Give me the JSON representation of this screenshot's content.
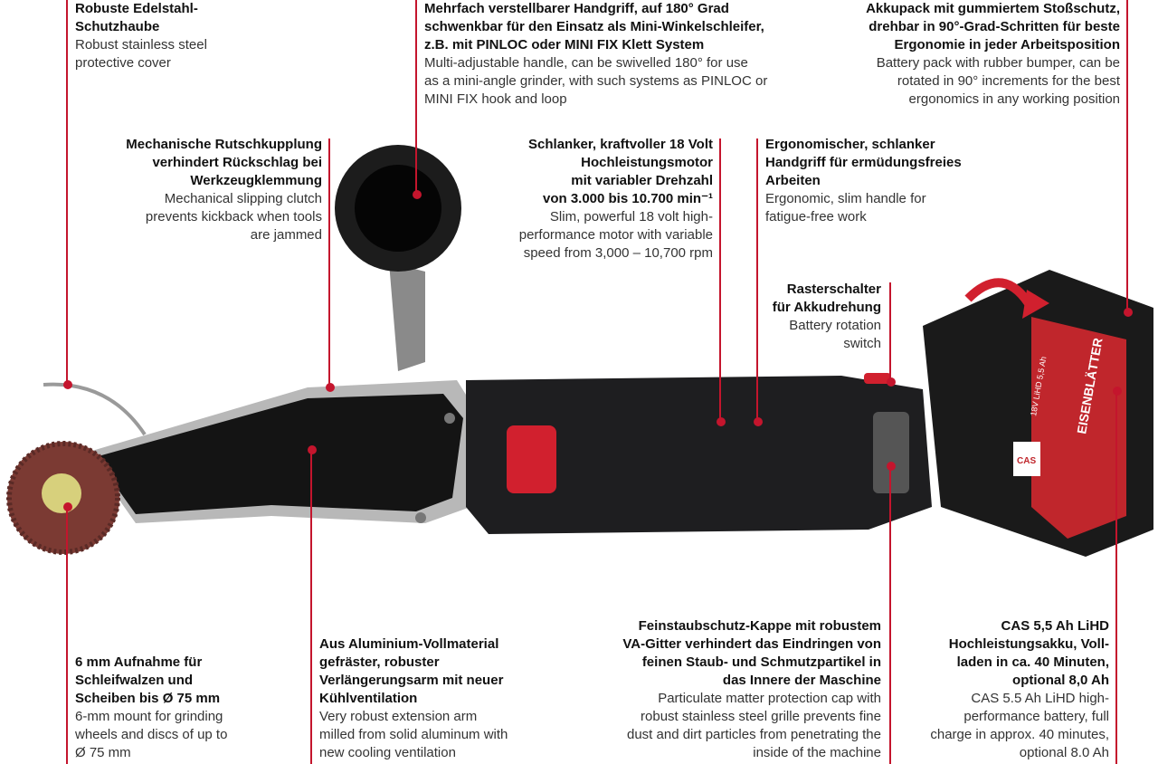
{
  "annotations": {
    "cover": {
      "de": "Robuste Edelstahl-\nSchutzhaube",
      "en": "Robust stainless steel\nprotective cover"
    },
    "handle": {
      "de": "Mehrfach verstellbarer Handgriff, auf 180° Grad\nschwenkbar für den Einsatz als Mini-Winkelschleifer,\nz.B. mit PINLOC oder MINI FIX Klett System",
      "en": "Multi-adjustable handle, can be swivelled 180° for use\nas a mini-angle grinder, with such systems as PINLOC or\nMINI FIX hook and loop"
    },
    "battery_bumper": {
      "de": "Akkupack mit gummiertem Stoßschutz,\ndrehbar in 90°-Grad-Schritten für beste\nErgonomie in jeder Arbeitsposition",
      "en": "Battery pack with rubber bumper, can be\nrotated in 90° increments for the best\nergonomics in any working position"
    },
    "clutch": {
      "de": "Mechanische Rutschkupplung\nverhindert Rückschlag bei\nWerkzeugklemmung",
      "en": "Mechanical slipping clutch\nprevents kickback when tools\nare jammed"
    },
    "motor": {
      "de": "Schlanker, kraftvoller 18 Volt\nHochleistungsmotor\nmit variabler Drehzahl\nvon 3.000 bis 10.700 min⁻¹",
      "en": "Slim, powerful 18 volt high-\nperformance motor with variable\nspeed from 3,000 – 10,700 rpm"
    },
    "grip": {
      "de": "Ergonomischer, schlanker\nHandgriff für ermüdungsfreies\nArbeiten",
      "en": "Ergonomic, slim handle for\nfatigue-free work"
    },
    "switch": {
      "de": "Rasterschalter\nfür Akkudrehung",
      "en": "Battery rotation\nswitch"
    },
    "mount": {
      "de": "6 mm Aufnahme für\nSchleifwalzen und\nScheiben bis Ø 75 mm",
      "en": "6-mm mount for grinding\nwheels and discs of up to\nØ 75 mm"
    },
    "arm": {
      "de": "Aus Aluminium-Vollmaterial\ngefräster, robuster\nVerlängerungsarm mit neuer\nKühlventilation",
      "en": "Very robust extension arm\nmilled from solid aluminum with\nnew cooling ventilation"
    },
    "dustcap": {
      "de": "Feinstaubschutz-Kappe mit robustem\nVA-Gitter verhindert das Eindringen von\nfeinen Staub- und Schmutzpartikel in\ndas Innere der Maschine",
      "en": "Particulate matter protection cap with\nrobust stainless steel grille prevents fine\ndust and dirt particles from penetrating the\ninside of the machine"
    },
    "battery": {
      "de": "CAS 5,5 Ah LiHD\nHochleistungsakku, Voll-\nladen in ca. 40 Minuten,\noptional 8,0 Ah",
      "en": "CAS 5.5 Ah LiHD high-\nperformance battery, full\ncharge in approx. 40 minutes,\noptional 8.0 Ah"
    }
  },
  "battery_label": {
    "brand": "EISENBLÄTTER",
    "spec": "18V LiHD 5,5 Ah",
    "cas": "CAS"
  },
  "colors": {
    "accent": "#c4152d",
    "body": "#1b1b1d",
    "battery_red": "#c0262c"
  }
}
